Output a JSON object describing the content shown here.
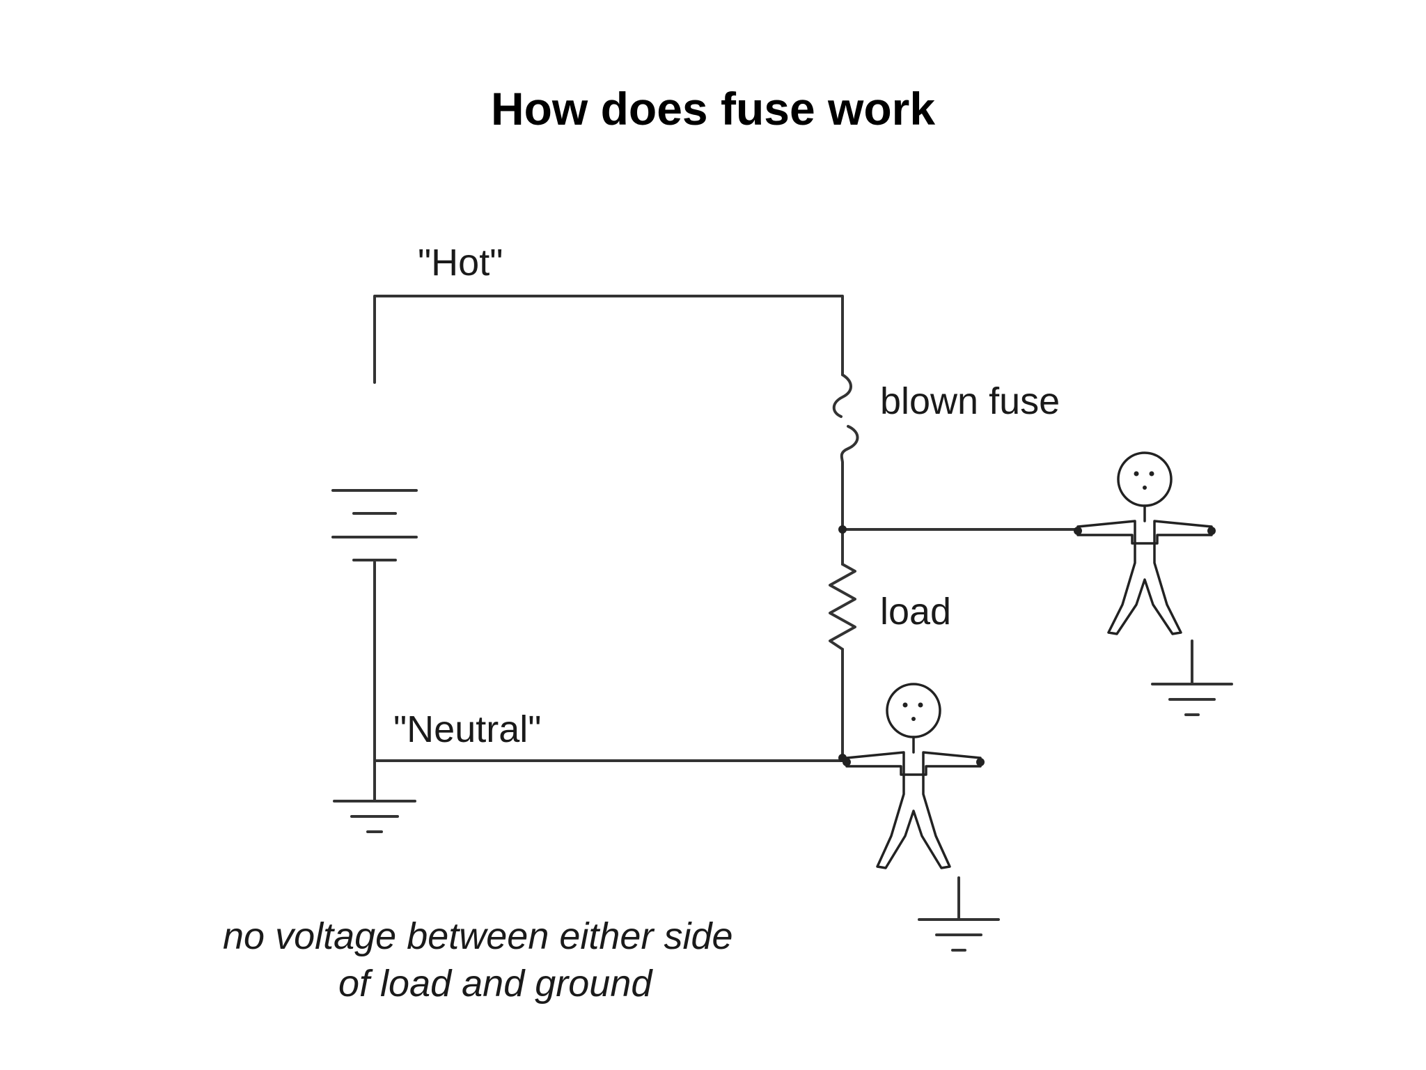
{
  "title": "How does fuse work",
  "diagram": {
    "labels": {
      "hot": "\"Hot\"",
      "neutral": "\"Neutral\"",
      "fuse": "blown fuse",
      "load": "load"
    },
    "caption": {
      "line1": "no voltage between either side",
      "line2": "of load and ground"
    }
  }
}
